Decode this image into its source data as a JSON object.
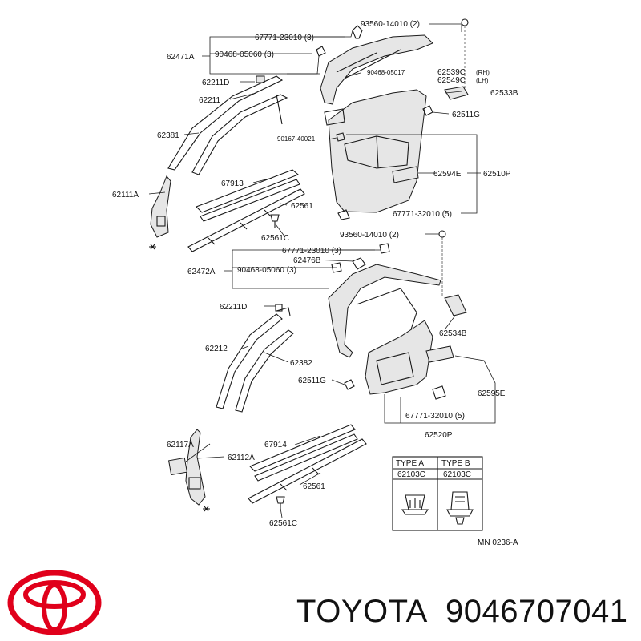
{
  "labels": {
    "p93560_14010_upper": "93560-14010 (2)",
    "p67771_23010_upper": "67771-23010 (3)",
    "p62471A": "62471A",
    "p90468_05060_upper": "90468-05060 (3)",
    "p62211D": "62211D",
    "p62211": "62211",
    "p90468_05017": "90468-05017",
    "p62539C": "62539C",
    "rh": "(RH)",
    "p62549C": "62549C",
    "lh": "(LH)",
    "p62533B": "62533B",
    "p62381": "62381",
    "p90167_40021": "90167-40021",
    "p62511G_upper": "62511G",
    "p67913": "67913",
    "p62594E": "62594E",
    "p62510P": "62510P",
    "p62111A": "62111A",
    "p62561_upper": "62561",
    "p67771_32010_upper": "67771-32010 (5)",
    "p62561C_upper": "62561C",
    "p93560_14010_lower": "93560-14010 (2)",
    "p67771_23010_lower": "67771-23010 (3)",
    "p62476B": "62476B",
    "p62472A": "62472A",
    "p90468_05060_lower": "90468-05060 (3)",
    "p62211D_lower": "62211D",
    "p62534B": "62534B",
    "p62212": "62212",
    "p62382": "62382",
    "p62511G_lower": "62511G",
    "p62595E": "62595E",
    "p67771_32010_lower": "67771-32010 (5)",
    "p62520P": "62520P",
    "p62117A": "62117A",
    "p62112A": "62112A",
    "p67914": "67914",
    "p62561_lower": "62561",
    "p62561C_lower": "62561C",
    "type_a": "TYPE A",
    "type_b": "TYPE B",
    "type_a_part": "62103C",
    "type_b_part": "62103C",
    "ref_code": "MN  0236-A"
  },
  "brand": {
    "name": "TOYOTA",
    "part_number": "9046707041",
    "logo_color": "#e0001b"
  }
}
